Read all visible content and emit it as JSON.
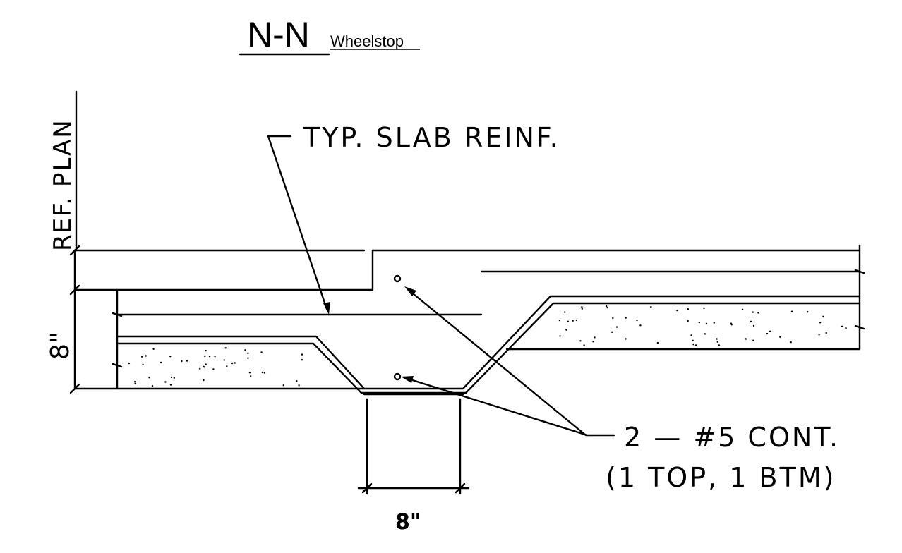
{
  "title": {
    "section": "N-N",
    "name": "Wheelstop"
  },
  "labels": {
    "ref_plan": "REF. PLAN",
    "slab_note": "TYP. SLAB REINF.",
    "rebar_line1": "2 — #5 CONT.",
    "rebar_line2": "(1 TOP, 1 BTM)"
  },
  "dimensions": {
    "vertical": "8\"",
    "horizontal": "8\""
  },
  "colors": {
    "line": "#000000",
    "background": "#ffffff"
  }
}
